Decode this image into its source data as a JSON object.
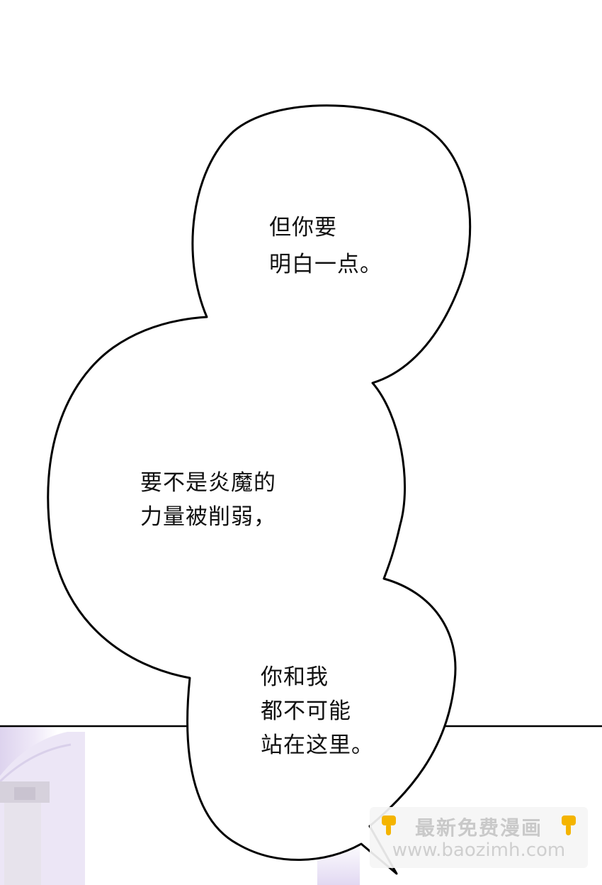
{
  "bubbles": [
    {
      "lines": [
        "但你要",
        "明白一点。"
      ]
    },
    {
      "lines": [
        "要不是炎魔的",
        "力量被削弱，"
      ]
    },
    {
      "lines": [
        "你和我",
        "都不可能",
        "站在这里。"
      ]
    }
  ],
  "watermark": {
    "title": "最新免费漫画",
    "url": "www.baozimh.com",
    "left_icon": "pointing-down-hand-icon",
    "right_icon": "pointing-down-hand-icon"
  },
  "colors": {
    "ink": "#000000",
    "background": "#ffffff",
    "panel_tint": "#e9e2f5",
    "hand_emoji": "#f4b400"
  }
}
